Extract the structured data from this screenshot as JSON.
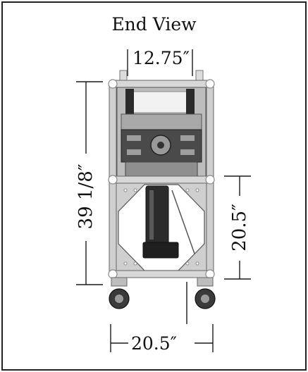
{
  "title": "End View",
  "dimensions": {
    "top_width": "12.75″",
    "overall_height": "39 1/8″",
    "lower_height": "20.5″",
    "bottom_width": "20.5″"
  },
  "colors": {
    "frame_metal": "#c9c9c9",
    "dark_metal": "#2b2b2b",
    "line": "#1a1a1a"
  }
}
